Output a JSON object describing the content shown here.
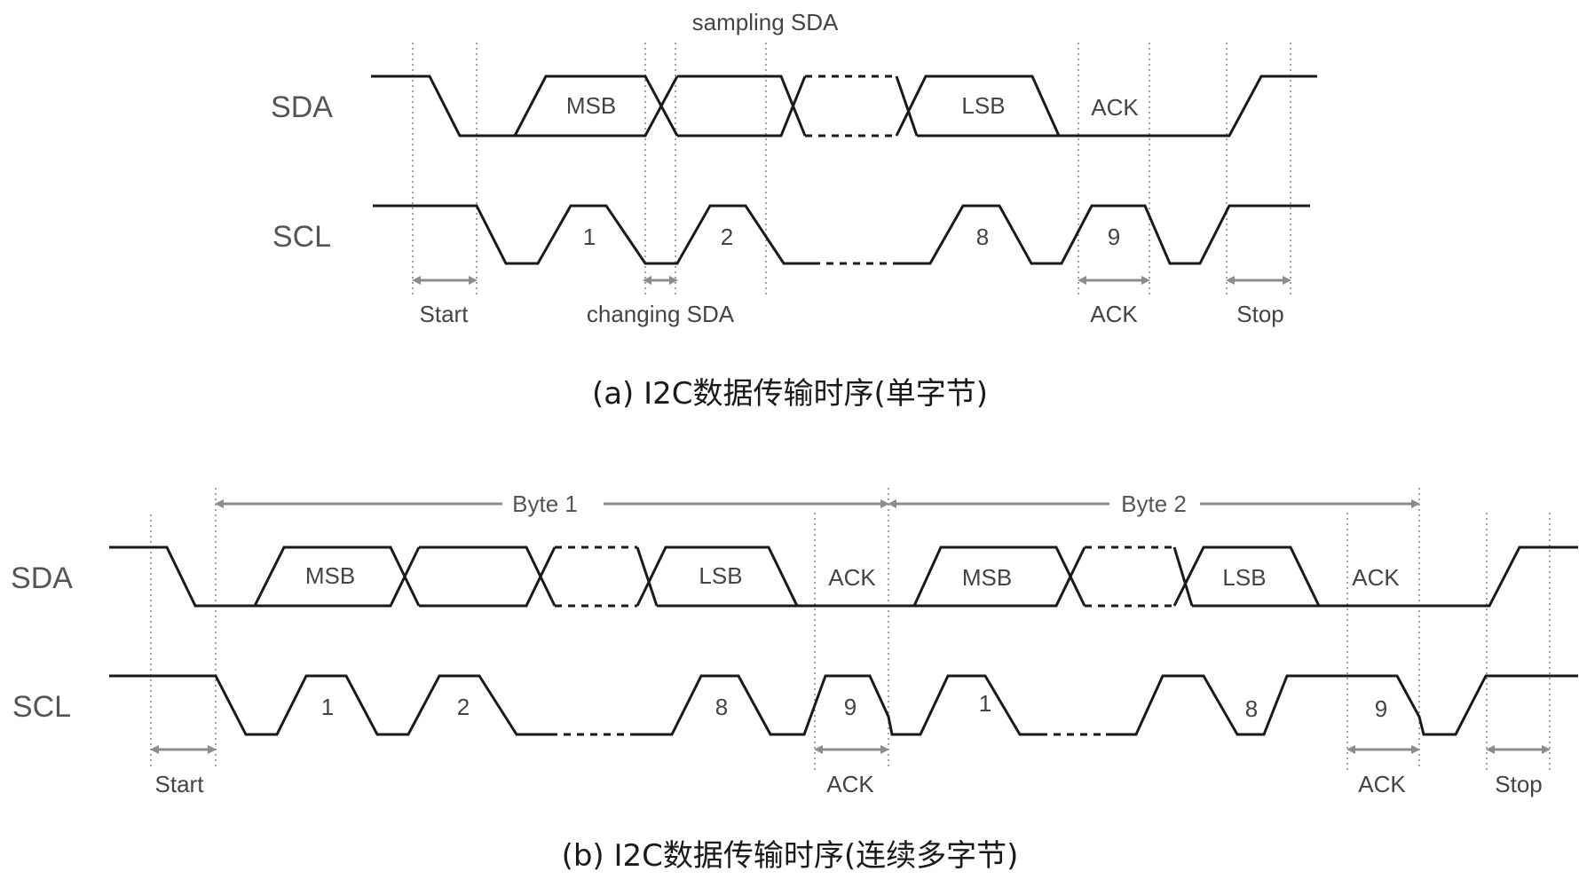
{
  "diagram_a": {
    "annotation_top": "sampling SDA",
    "signal_sda": "SDA",
    "signal_scl": "SCL",
    "data_bits": [
      "MSB",
      "LSB"
    ],
    "ack_bit": "ACK",
    "clock_pulses": [
      "1",
      "2",
      "8",
      "9"
    ],
    "phase_labels": {
      "start": "Start",
      "changing": "changing SDA",
      "ack": "ACK",
      "stop": "Stop"
    },
    "caption": "(a)  I2C数据传输时序(单字节)"
  },
  "diagram_b": {
    "byte_labels": [
      "Byte 1",
      "Byte 2"
    ],
    "signal_sda": "SDA",
    "signal_scl": "SCL",
    "byte1_bits": [
      "MSB",
      "LSB",
      "ACK"
    ],
    "byte2_bits": [
      "MSB",
      "LSB",
      "ACK"
    ],
    "byte1_pulses": [
      "1",
      "2",
      "8",
      "9"
    ],
    "byte2_pulses": [
      "1",
      "8",
      "9"
    ],
    "phase_labels": {
      "start": "Start",
      "ack1": "ACK",
      "ack2": "ACK",
      "stop": "Stop"
    },
    "caption": "(b)  I2C数据传输时序(连续多字节)"
  },
  "colors": {
    "signal": "#1a1a1a",
    "annotation": "#8c8c8c",
    "guide": "#666666"
  }
}
